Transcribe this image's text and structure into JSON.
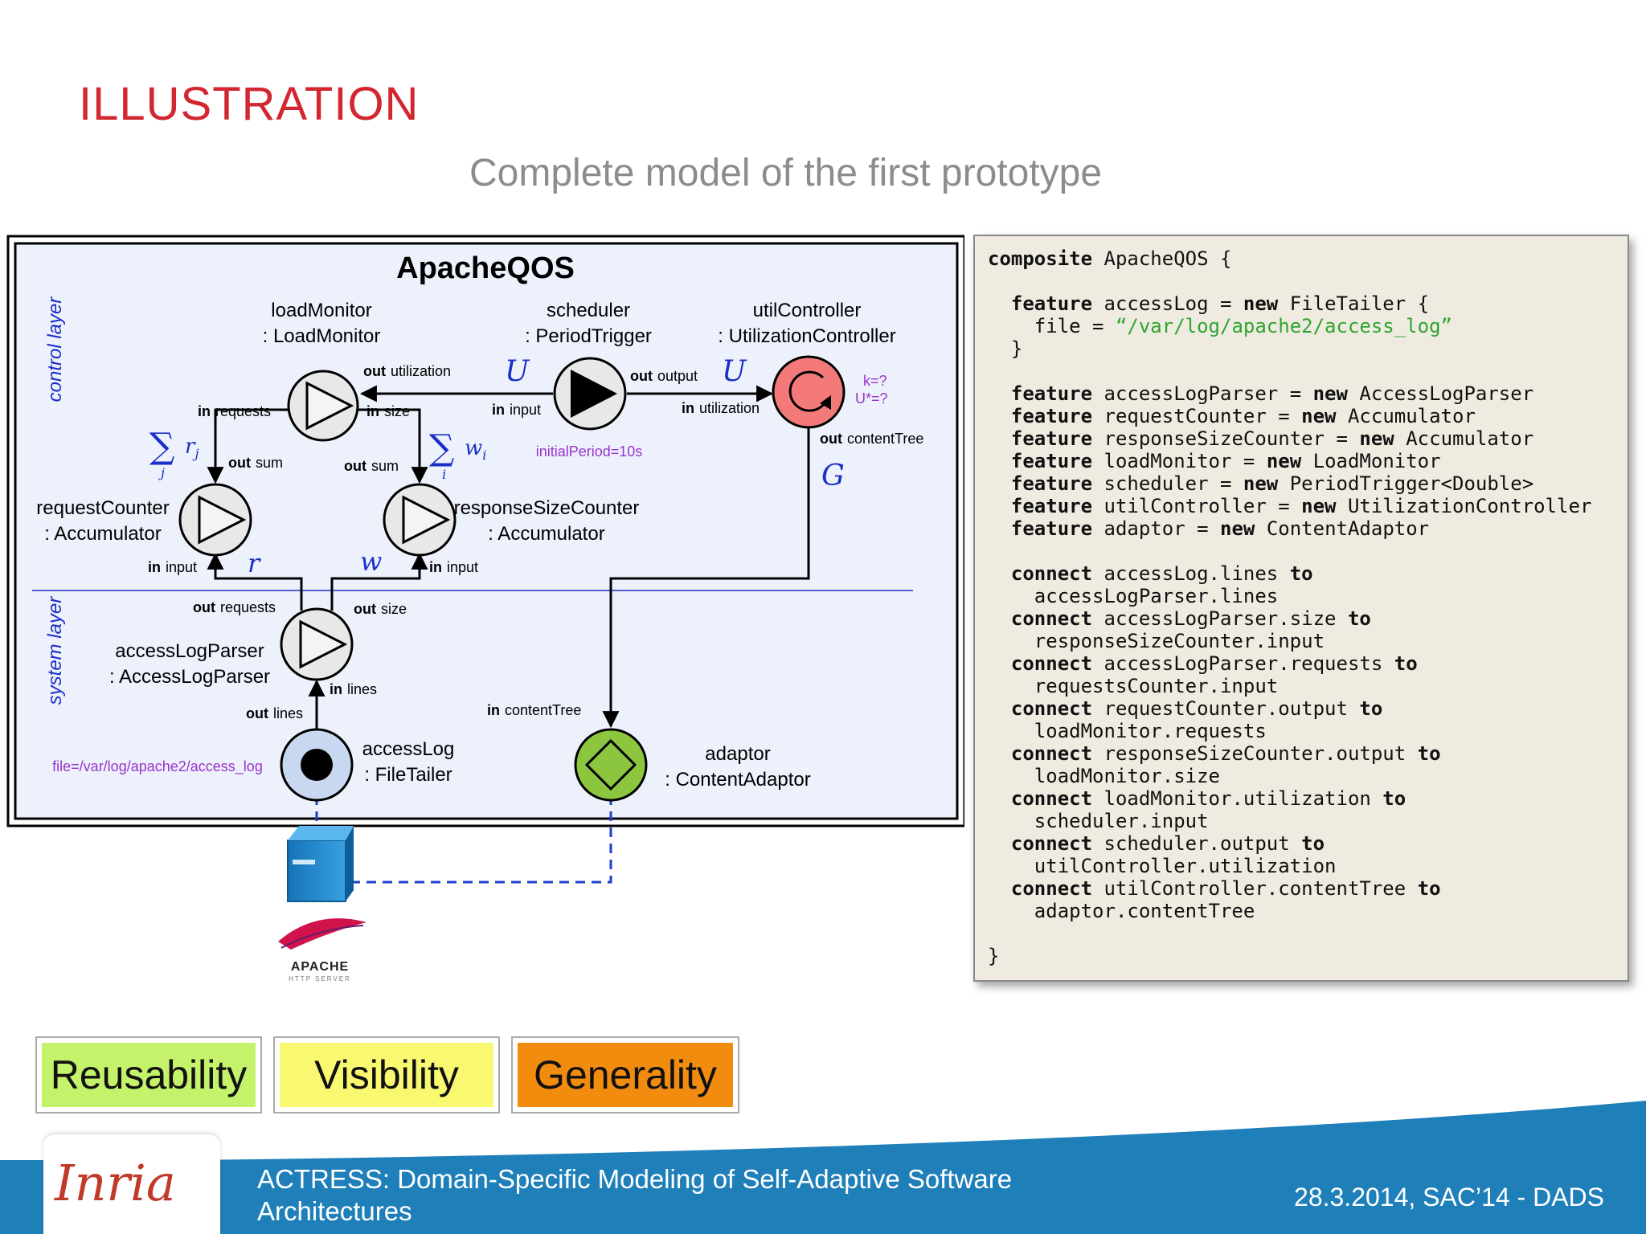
{
  "slide": {
    "title": "ILLUSTRATION",
    "subtitle": "Complete model of the first prototype"
  },
  "diagram": {
    "title": "ApacheQOS",
    "layers": {
      "control": "control layer",
      "system": "system layer"
    },
    "components": {
      "loadMonitor": {
        "name": "loadMonitor",
        "type": ": LoadMonitor"
      },
      "scheduler": {
        "name": "scheduler",
        "type": ": PeriodTrigger",
        "param": "initialPeriod=10s"
      },
      "utilController": {
        "name": "utilController",
        "type": ": UtilizationController",
        "param1": "k=?",
        "param2": "U*=?"
      },
      "requestCounter": {
        "name": "requestCounter",
        "type": ": Accumulator"
      },
      "responseSizeCounter": {
        "name": "responseSizeCounter",
        "type": ": Accumulator"
      },
      "accessLogParser": {
        "name": "accessLogParser",
        "type": ": AccessLogParser"
      },
      "accessLog": {
        "name": "accessLog",
        "type": ": FileTailer",
        "param": "file=/var/log/apache2/access_log"
      },
      "adaptor": {
        "name": "adaptor",
        "type": ": ContentAdaptor"
      }
    },
    "ports": {
      "lm_out_utilization": {
        "dir": "out",
        "name": "utilization"
      },
      "lm_in_requests": {
        "dir": "in",
        "name": "requests"
      },
      "lm_in_size": {
        "dir": "in",
        "name": "size"
      },
      "sch_in_input": {
        "dir": "in",
        "name": "input"
      },
      "sch_out_output": {
        "dir": "out",
        "name": "output"
      },
      "uc_in_utilization": {
        "dir": "in",
        "name": "utilization"
      },
      "uc_out_contentTree": {
        "dir": "out",
        "name": "contentTree"
      },
      "rc_out_sum": {
        "dir": "out",
        "name": "sum"
      },
      "rsc_out_sum": {
        "dir": "out",
        "name": "sum"
      },
      "rc_in_input": {
        "dir": "in",
        "name": "input"
      },
      "rsc_in_input": {
        "dir": "in",
        "name": "input"
      },
      "alp_out_requests": {
        "dir": "out",
        "name": "requests"
      },
      "alp_out_size": {
        "dir": "out",
        "name": "size"
      },
      "alp_in_lines": {
        "dir": "in",
        "name": "lines"
      },
      "al_out_lines": {
        "dir": "out",
        "name": "lines"
      },
      "ad_in_contentTree": {
        "dir": "in",
        "name": "contentTree"
      }
    },
    "math": {
      "sum_r": "∑",
      "sum_r_term": "r",
      "sum_r_sub": "j",
      "sum_r_idx": "j",
      "sum_w": "∑",
      "sum_w_term": "w",
      "sum_w_sub": "i",
      "sum_w_idx": "i",
      "U1": "U",
      "U2": "U",
      "G": "G",
      "r": "r",
      "w": "w"
    },
    "server_label": "APACHE",
    "server_sublabel": "HTTP SERVER"
  },
  "code": {
    "lines": [
      [
        {
          "t": "composite",
          "k": "kw"
        },
        {
          "t": " ApacheQOS {"
        }
      ],
      [],
      [
        {
          "t": "  "
        },
        {
          "t": "feature",
          "k": "kw"
        },
        {
          "t": " accessLog = "
        },
        {
          "t": "new",
          "k": "kw"
        },
        {
          "t": " FileTailer {"
        }
      ],
      [
        {
          "t": "    file = "
        },
        {
          "t": "“/var/log/apache2/access_log”",
          "k": "str"
        }
      ],
      [
        {
          "t": "  }"
        }
      ],
      [],
      [
        {
          "t": "  "
        },
        {
          "t": "feature",
          "k": "kw"
        },
        {
          "t": " accessLogParser = "
        },
        {
          "t": "new",
          "k": "kw"
        },
        {
          "t": " AccessLogParser"
        }
      ],
      [
        {
          "t": "  "
        },
        {
          "t": "feature",
          "k": "kw"
        },
        {
          "t": " requestCounter = "
        },
        {
          "t": "new",
          "k": "kw"
        },
        {
          "t": " Accumulator"
        }
      ],
      [
        {
          "t": "  "
        },
        {
          "t": "feature",
          "k": "kw"
        },
        {
          "t": " responseSizeCounter = "
        },
        {
          "t": "new",
          "k": "kw"
        },
        {
          "t": " Accumulator"
        }
      ],
      [
        {
          "t": "  "
        },
        {
          "t": "feature",
          "k": "kw"
        },
        {
          "t": " loadMonitor = "
        },
        {
          "t": "new",
          "k": "kw"
        },
        {
          "t": " LoadMonitor"
        }
      ],
      [
        {
          "t": "  "
        },
        {
          "t": "feature",
          "k": "kw"
        },
        {
          "t": " scheduler = "
        },
        {
          "t": "new",
          "k": "kw"
        },
        {
          "t": " PeriodTrigger<Double>"
        }
      ],
      [
        {
          "t": "  "
        },
        {
          "t": "feature",
          "k": "kw"
        },
        {
          "t": " utilController = "
        },
        {
          "t": "new",
          "k": "kw"
        },
        {
          "t": " UtilizationController"
        }
      ],
      [
        {
          "t": "  "
        },
        {
          "t": "feature",
          "k": "kw"
        },
        {
          "t": " adaptor = "
        },
        {
          "t": "new",
          "k": "kw"
        },
        {
          "t": " ContentAdaptor"
        }
      ],
      [],
      [
        {
          "t": "  "
        },
        {
          "t": "connect",
          "k": "kw"
        },
        {
          "t": " accessLog.lines "
        },
        {
          "t": "to",
          "k": "kw"
        }
      ],
      [
        {
          "t": "    accessLogParser.lines"
        }
      ],
      [
        {
          "t": "  "
        },
        {
          "t": "connect",
          "k": "kw"
        },
        {
          "t": " accessLogParser.size "
        },
        {
          "t": "to",
          "k": "kw"
        }
      ],
      [
        {
          "t": "    responseSizeCounter.input"
        }
      ],
      [
        {
          "t": "  "
        },
        {
          "t": "connect",
          "k": "kw"
        },
        {
          "t": " accessLogParser.requests "
        },
        {
          "t": "to",
          "k": "kw"
        }
      ],
      [
        {
          "t": "    requestsCounter.input"
        }
      ],
      [
        {
          "t": "  "
        },
        {
          "t": "connect",
          "k": "kw"
        },
        {
          "t": " requestCounter.output "
        },
        {
          "t": "to",
          "k": "kw"
        }
      ],
      [
        {
          "t": "    loadMonitor.requests"
        }
      ],
      [
        {
          "t": "  "
        },
        {
          "t": "connect",
          "k": "kw"
        },
        {
          "t": " responseSizeCounter.output "
        },
        {
          "t": "to",
          "k": "kw"
        }
      ],
      [
        {
          "t": "    loadMonitor.size"
        }
      ],
      [
        {
          "t": "  "
        },
        {
          "t": "connect",
          "k": "kw"
        },
        {
          "t": " loadMonitor.utilization "
        },
        {
          "t": "to",
          "k": "kw"
        }
      ],
      [
        {
          "t": "    scheduler.input"
        }
      ],
      [
        {
          "t": "  "
        },
        {
          "t": "connect",
          "k": "kw"
        },
        {
          "t": " scheduler.output "
        },
        {
          "t": "to",
          "k": "kw"
        }
      ],
      [
        {
          "t": "    utilController.utilization"
        }
      ],
      [
        {
          "t": "  "
        },
        {
          "t": "connect",
          "k": "kw"
        },
        {
          "t": " utilController.contentTree "
        },
        {
          "t": "to",
          "k": "kw"
        }
      ],
      [
        {
          "t": "    adaptor.contentTree"
        }
      ],
      [],
      [
        {
          "t": "}"
        }
      ]
    ]
  },
  "qualities": [
    {
      "label": "Reusability",
      "color": "#c4f26b"
    },
    {
      "label": "Visibility",
      "color": "#f8f871"
    },
    {
      "label": "Generality",
      "color": "#f28c0f"
    }
  ],
  "footer": {
    "logo": "Inria",
    "title": "ACTRESS: Domain-Specific Modeling of Self-Adaptive Software Architectures",
    "date": "28.3.2014, SAC’14 - DADS"
  },
  "colors": {
    "title_red": "#d22630",
    "diagram_bg": "#edf1fb",
    "controller_red": "#f47a7a",
    "adaptor_green": "#8cc63f",
    "filetailer_blue": "#c8d8f0",
    "param_purple": "#9933cc",
    "math_blue": "#1a2ec8",
    "footer_blue": "#1f7fb9"
  }
}
